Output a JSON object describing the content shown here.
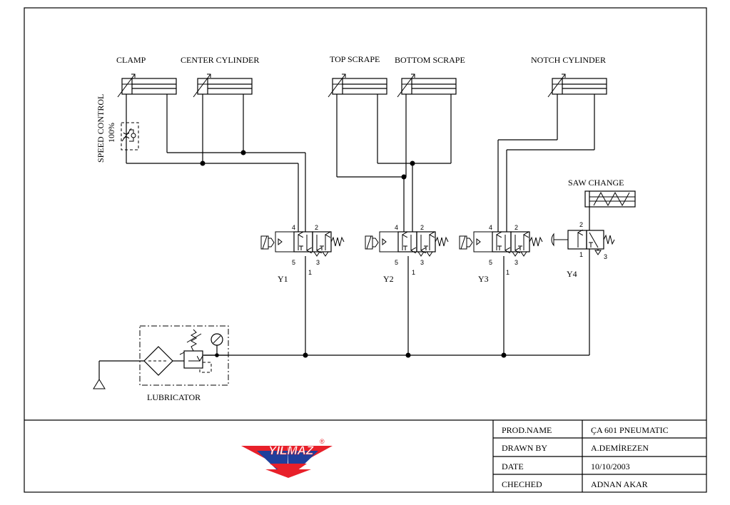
{
  "diagram": {
    "actuators": {
      "clamp": "CLAMP",
      "center": "CENTER CYLINDER",
      "top_scrape": "TOP SCRAPE",
      "bottom_scrape": "BOTTOM SCRAPE",
      "notch": "NOTCH CYLINDER",
      "saw_change": "SAW CHANGE"
    },
    "speed_control": {
      "label": "SPEED CONTROL",
      "percent": "100%"
    },
    "valves": {
      "y1": "Y1",
      "y2": "Y2",
      "y3": "Y3",
      "y4": "Y4"
    },
    "ports": {
      "p1": "1",
      "p2": "2",
      "p3": "3",
      "p4": "4",
      "p5": "5"
    },
    "lubricator": "LUBRICATOR"
  },
  "logo": {
    "text": "YILMAZ",
    "mark": "®",
    "colors": {
      "red": "#e8202a",
      "blue": "#1f3f9c"
    }
  },
  "title_block": {
    "rows": [
      {
        "label": "PROD.NAME",
        "value": "ÇA 601 PNEUMATIC"
      },
      {
        "label": "DRAWN BY",
        "value": "A.DEMİREZEN"
      },
      {
        "label": "DATE",
        "value": "10/10/2003"
      },
      {
        "label": "CHECHED",
        "value": "ADNAN AKAR"
      }
    ]
  }
}
